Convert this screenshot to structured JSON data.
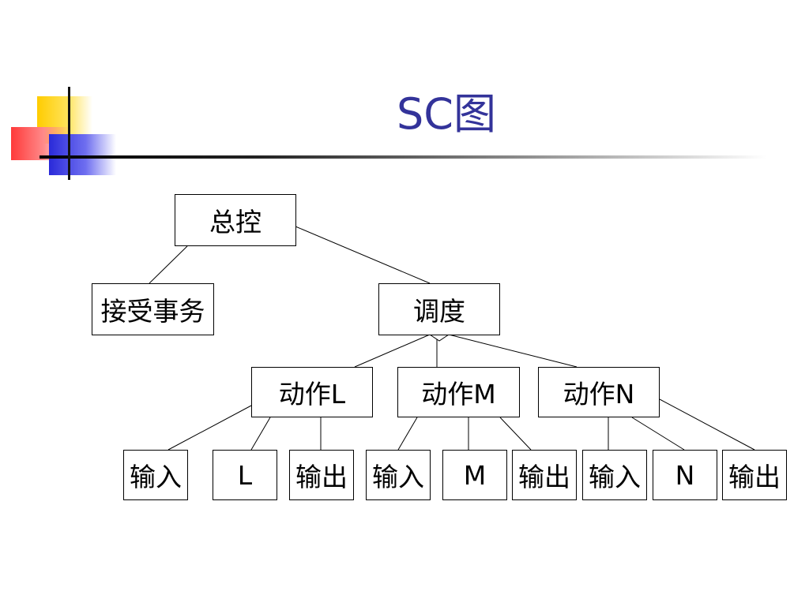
{
  "slide": {
    "title": "SC图"
  },
  "diagram": {
    "root": "总控",
    "accept": "接受事务",
    "dispatch": "调度",
    "actions": [
      "动作L",
      "动作M",
      "动作N"
    ],
    "leaves": [
      "输入",
      "L",
      "输出",
      "输入",
      "M",
      "输出",
      "输入",
      "N",
      "输出"
    ]
  }
}
